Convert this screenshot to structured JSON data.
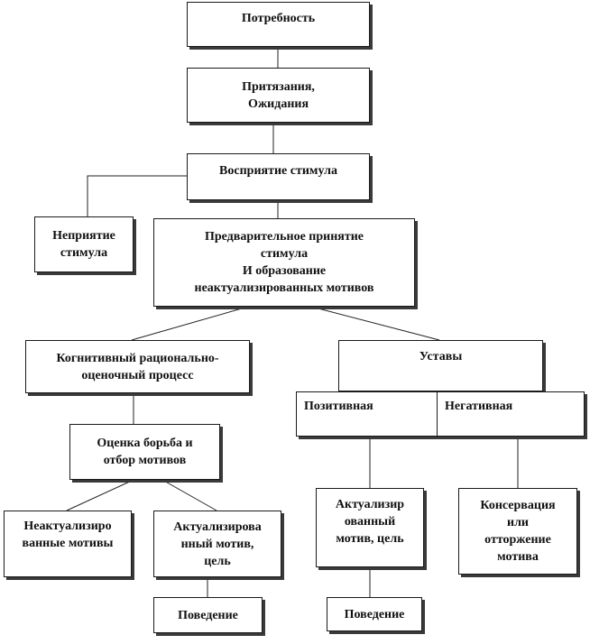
{
  "nodes": {
    "need": "Потребность",
    "claims": "Притязания,\nОжидания",
    "perception": "Восприятие стимула",
    "rejection": "Неприятие\nстимула",
    "preliminary": "Предварительное принятие\nстимула\nИ образование\nнеактуализированных мотивов",
    "cognitive": "Когнитивный рационально-\nоценочный процесс",
    "attitudes": "Уставы",
    "positive": "Позитивная",
    "negative": "Негативная",
    "evaluation": "Оценка борьба и\nотбор мотивов",
    "non_actualized": "Неактуализиро\nванные мотивы",
    "actualized_left": "Актуализирова\nнный мотив,\nцель",
    "actualized_right": "Актуализир\nованный\nмотив, цель",
    "conservation": "Консервация\nили\nотторжение\nмотива",
    "behavior_left": "Поведение",
    "behavior_right": "Поведение"
  }
}
